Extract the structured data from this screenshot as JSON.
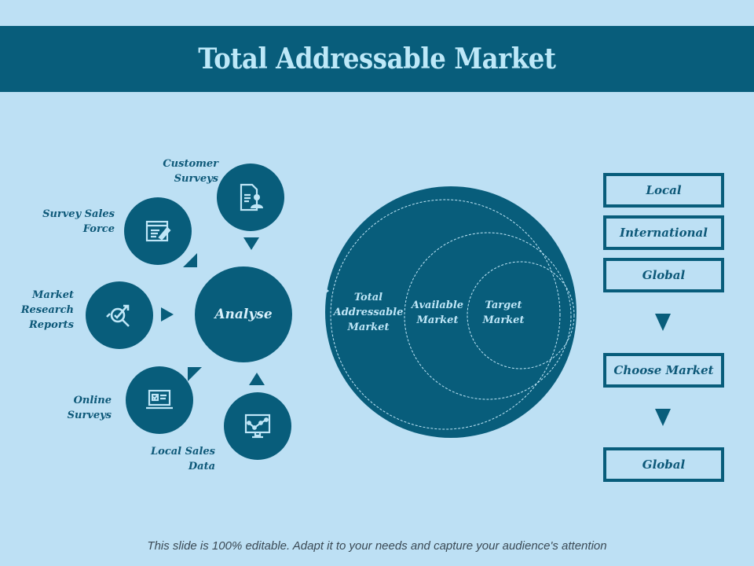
{
  "title": "Total Addressable Market",
  "analyse_hub": {
    "label": "Analyse"
  },
  "sources": [
    {
      "label": "Customer\nSurveys",
      "icon": "customer-document-icon"
    },
    {
      "label": "Survey Sales\nForce",
      "icon": "form-edit-icon"
    },
    {
      "label": "Market\nResearch\nReports",
      "icon": "research-magnifier-icon"
    },
    {
      "label": "Online\nSurveys",
      "icon": "laptop-checklist-icon"
    },
    {
      "label": "Local Sales\nData",
      "icon": "monitor-chart-icon"
    }
  ],
  "market_circles": {
    "tam": "Total\nAddressable\nMarket",
    "sam": "Available\nMarket",
    "som": "Target\nMarket"
  },
  "flow": {
    "options": [
      "Local",
      "International",
      "Global"
    ],
    "choose": "Choose Market",
    "result": "Global"
  },
  "footer": "This slide is 100% editable. Adapt it to your needs and capture your audience's attention",
  "colors": {
    "background": "#bde0f4",
    "primary": "#085d7b",
    "title_text": "#bde8f8"
  }
}
